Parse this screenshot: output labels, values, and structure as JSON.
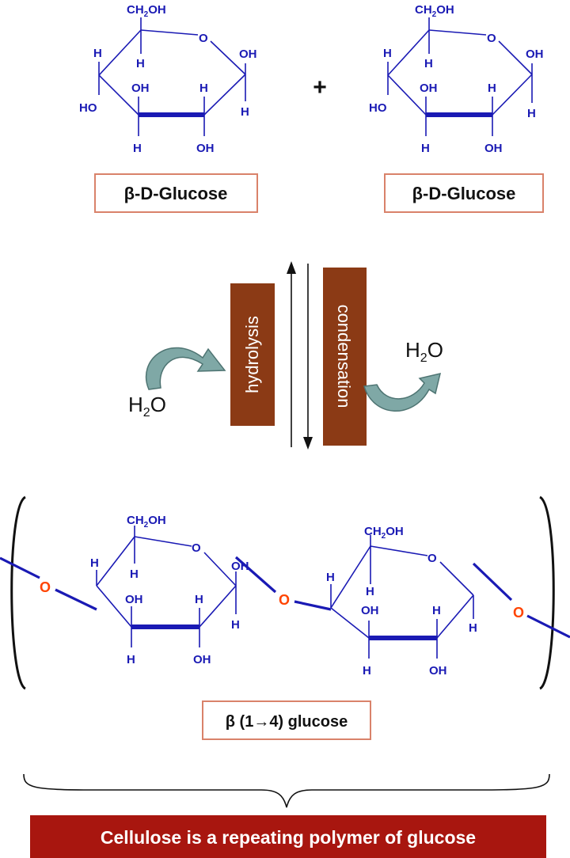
{
  "monomer_left": {
    "atoms": {
      "ch2oh": "CH",
      "ch2oh_sub": "2",
      "ch2oh_tail": "OH",
      "ring_o": "O",
      "c1_oh": "OH",
      "c1_h": "H",
      "c2_h": "H",
      "c2_oh": "OH",
      "c3_oh": "OH",
      "c3_h": "H",
      "c4_ho": "HO",
      "c4_h": "H",
      "c5_h": "H"
    },
    "label": "β-D-Glucose"
  },
  "monomer_right": {
    "atoms": {
      "ch2oh": "CH",
      "ch2oh_sub": "2",
      "ch2oh_tail": "OH",
      "ring_o": "O",
      "c1_oh": "OH",
      "c1_h": "H",
      "c2_h": "H",
      "c2_oh": "OH",
      "c3_oh": "OH",
      "c3_h": "H",
      "c4_ho": "HO",
      "c4_h": "H",
      "c5_h": "H"
    },
    "label": "β-D-Glucose"
  },
  "plus_sign": "+",
  "reaction": {
    "hydrolysis": "hydrolysis",
    "condensation": "condensation",
    "water_in": {
      "h": "H",
      "sub": "2",
      "o": "O"
    },
    "water_out": {
      "h": "H",
      "sub": "2",
      "o": "O"
    }
  },
  "polymer": {
    "unit_left": {
      "ch2oh": "CH",
      "ch2oh_sub": "2",
      "ch2oh_tail": "OH",
      "ring_o": "O",
      "c1_oh": "OH",
      "c1_h": "H",
      "c2_h": "H",
      "c2_oh": "OH",
      "c3_oh": "OH",
      "c3_h": "H",
      "c4_h": "H",
      "c5_h": "H"
    },
    "unit_right": {
      "ch2oh": "CH",
      "ch2oh_sub": "2",
      "ch2oh_tail": "OH",
      "ring_o": "O",
      "c1_h": "H",
      "c2_h": "H",
      "c2_oh": "OH",
      "c3_oh": "OH",
      "c3_h": "H",
      "c4_h": "H",
      "c5_h": "H"
    },
    "linkage_left": "O",
    "linkage_middle": "O",
    "linkage_right": "O",
    "label": "β (1→4) glucose"
  },
  "banner": "Cellulose is a repeating polymer of glucose"
}
